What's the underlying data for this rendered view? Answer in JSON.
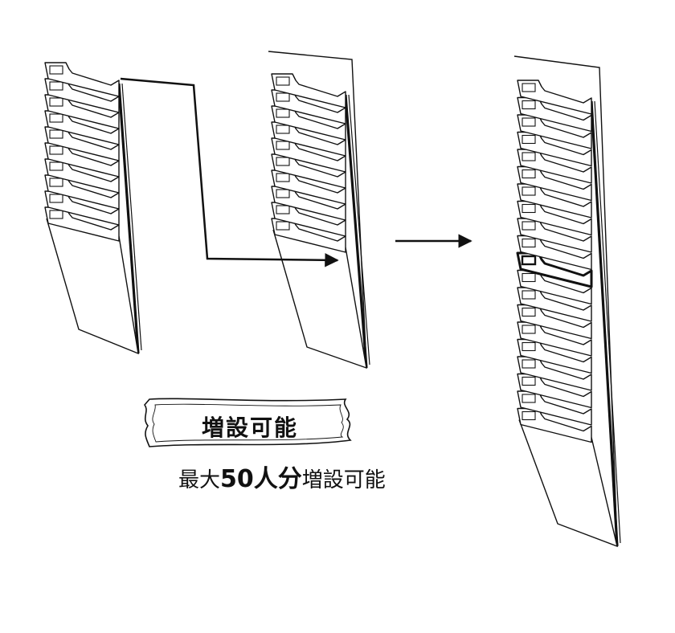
{
  "badge": {
    "label": "増設可能"
  },
  "caption": {
    "prefix": "最大",
    "emphasis": "50人分",
    "suffix": "増設可能"
  },
  "units": [
    {
      "name": "rack-left",
      "pockets": 10
    },
    {
      "name": "rack-middle",
      "pockets": 10
    },
    {
      "name": "rack-combined",
      "pockets": 20
    }
  ]
}
